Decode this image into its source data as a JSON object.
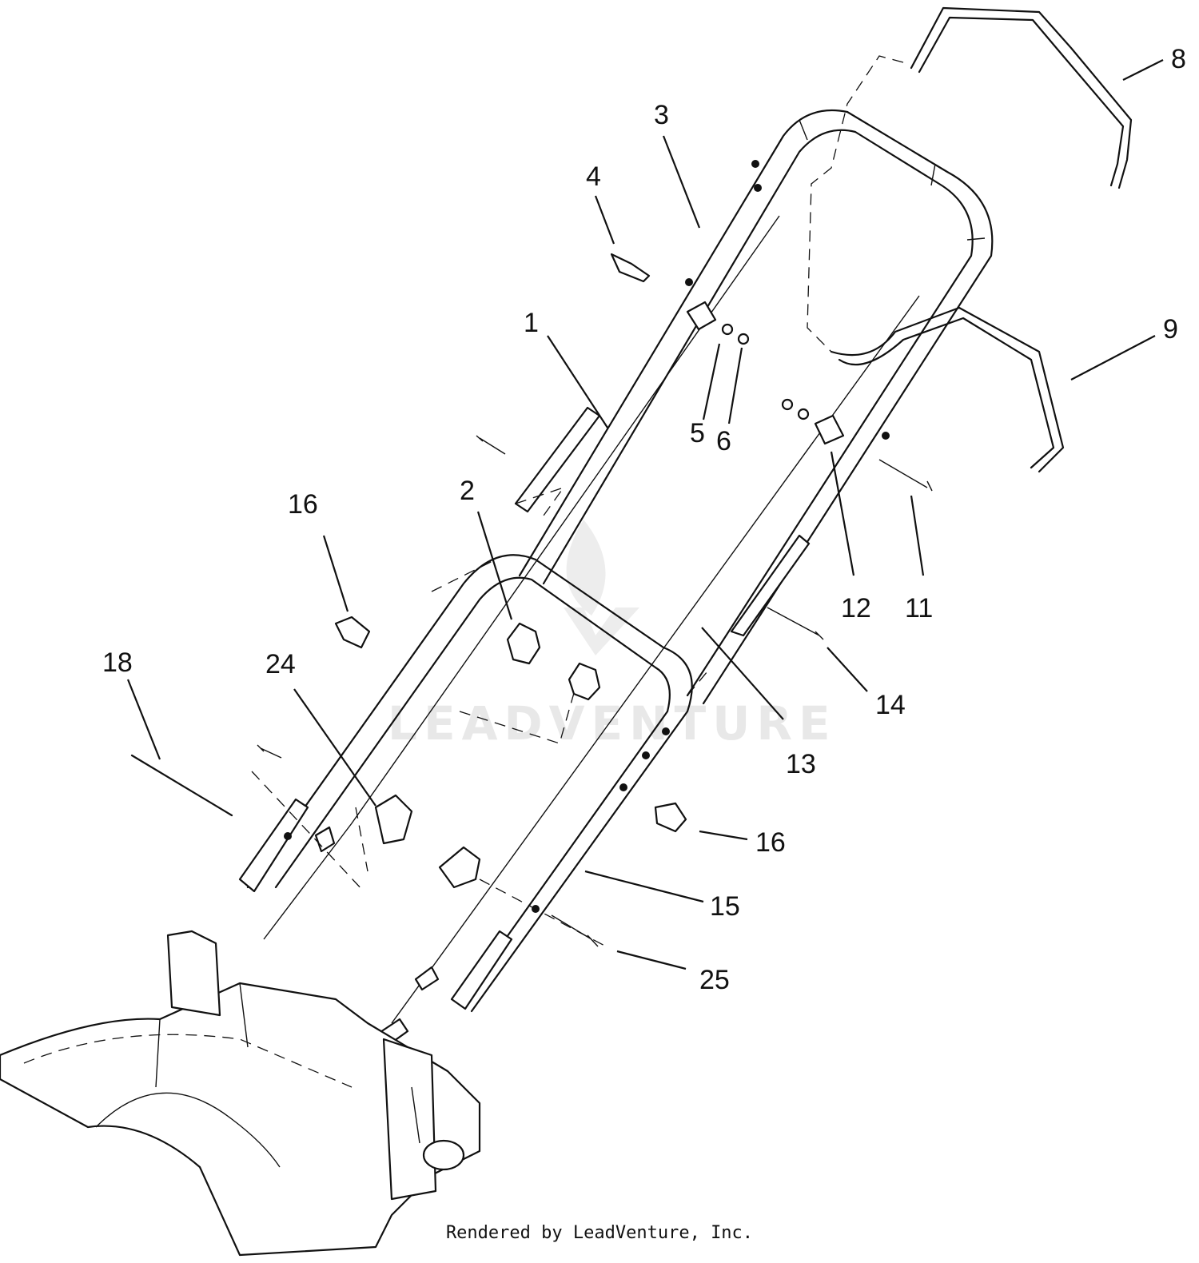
{
  "credit": "Rendered by LeadVenture, Inc.",
  "watermark": "LEADVENTURE",
  "callouts": [
    {
      "id": "c1",
      "label": "1"
    },
    {
      "id": "c2",
      "label": "2"
    },
    {
      "id": "c3",
      "label": "3"
    },
    {
      "id": "c4",
      "label": "4"
    },
    {
      "id": "c5",
      "label": "5"
    },
    {
      "id": "c6",
      "label": "6"
    },
    {
      "id": "c8",
      "label": "8"
    },
    {
      "id": "c9",
      "label": "9"
    },
    {
      "id": "c11",
      "label": "11"
    },
    {
      "id": "c12",
      "label": "12"
    },
    {
      "id": "c13",
      "label": "13"
    },
    {
      "id": "c14",
      "label": "14"
    },
    {
      "id": "c15",
      "label": "15"
    },
    {
      "id": "c16a",
      "label": "16"
    },
    {
      "id": "c16b",
      "label": "16"
    },
    {
      "id": "c18",
      "label": "18"
    },
    {
      "id": "c24",
      "label": "24"
    },
    {
      "id": "c25",
      "label": "25"
    }
  ]
}
